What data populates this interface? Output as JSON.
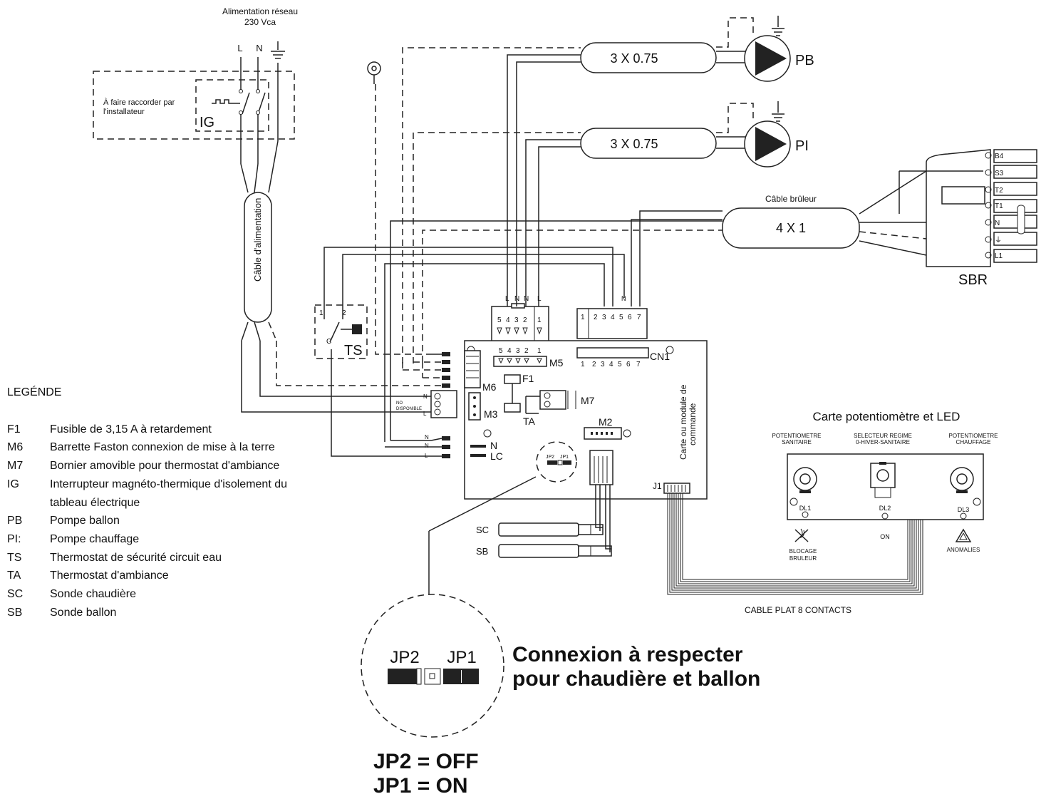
{
  "supply": {
    "title": "Alimentation réseau",
    "voltage": "230 Vca",
    "l": "L",
    "n": "N"
  },
  "ig_box": {
    "note_line1": "À faire raccorder par",
    "note_line2": "l'installateur",
    "code": "IG"
  },
  "supply_cable": {
    "label": "Câble d'alimentation"
  },
  "ts": {
    "code": "TS",
    "t1": "1",
    "t2": "2",
    "tc": "C"
  },
  "cables": {
    "pb_gauge": "3 X 0.75",
    "pi_gauge": "3 X 0.75",
    "burner_gauge": "4 X 1",
    "burner_title": "Câble brûleur"
  },
  "pumps": {
    "pb": "PB",
    "pi": "PI"
  },
  "sbr": {
    "code": "SBR",
    "terminals": [
      "B4",
      "S3",
      "T2",
      "T1",
      "N",
      "⏚",
      "L1"
    ]
  },
  "plug_m5": {
    "top_labels": [
      "L",
      "N",
      "N",
      "L"
    ],
    "pins": [
      "5",
      "4",
      "3",
      "2",
      "1"
    ]
  },
  "plug_cn1": {
    "pins": [
      "1",
      "2",
      "3",
      "4",
      "5",
      "6",
      "7"
    ],
    "top_label": "N"
  },
  "board": {
    "m5": "M5",
    "m5_pins": [
      "5",
      "4",
      "3",
      "2",
      "1"
    ],
    "cn1": "CN1",
    "cn1_pins": [
      "1",
      "2",
      "3",
      "4",
      "5",
      "6",
      "7"
    ],
    "m6": "M6",
    "m3": "M3",
    "f1": "F1",
    "m7": "M7",
    "ta": "TA",
    "m2": "M2",
    "j1": "J1",
    "n": "N",
    "lc": "LC",
    "jp2": "JP2",
    "jp1": "JP1",
    "side_line1": "Carte ou module de",
    "side_line2": "commande",
    "term_n": "N",
    "term_l": "L",
    "nd1": "NO",
    "nd2": "DISPONIBLE",
    "lower_n1": "N",
    "lower_n2": "N",
    "lower_l": "L"
  },
  "probes": {
    "sc": "SC",
    "sb": "SB"
  },
  "pot_card": {
    "title": "Carte potentiomètre et LED",
    "pot1_l1": "POTENTIOMETRE",
    "pot1_l2": "SANITAIRE",
    "sel_l1": "SELECTEUR REGIME",
    "sel_l2": "0-HIVER-SANITAIRE",
    "pot2_l1": "POTENTIOMETRE",
    "pot2_l2": "CHAUFFAGE",
    "dl1": "DL1",
    "dl2": "DL2",
    "dl3": "DL3",
    "block_l1": "BLOCAGE",
    "block_l2": "BRULEUR",
    "on": "ON",
    "anom": "ANOMALIES"
  },
  "flat_cable": {
    "label": "CABLE PLAT 8 CONTACTS"
  },
  "zoom": {
    "jp2": "JP2",
    "jp1": "JP1",
    "note_line1": "Connexion à respecter",
    "note_line2": "pour chaudière et ballon",
    "state1": "JP2 = OFF",
    "state2": "JP1 = ON"
  },
  "legend": {
    "title": "LEGÉNDE",
    "items": [
      {
        "code": "F1",
        "text": "Fusible de 3,15 A à retardement"
      },
      {
        "code": "M6",
        "text": "Barrette Faston connexion de mise à la terre"
      },
      {
        "code": "M7",
        "text": "Bornier amovible pour thermostat d'ambiance"
      },
      {
        "code": "IG",
        "text": "Interrupteur magnéto-thermique d'isolement du tableau électrique"
      },
      {
        "code": "PB",
        "text": "Pompe ballon"
      },
      {
        "code": "PI:",
        "text": "Pompe chauffage"
      },
      {
        "code": "TS",
        "text": "Thermostat de sécurité circuit eau"
      },
      {
        "code": "TA",
        "text": "Thermostat d'ambiance"
      },
      {
        "code": "SC",
        "text": "Sonde chaudière"
      },
      {
        "code": "SB",
        "text": "Sonde ballon"
      }
    ]
  }
}
